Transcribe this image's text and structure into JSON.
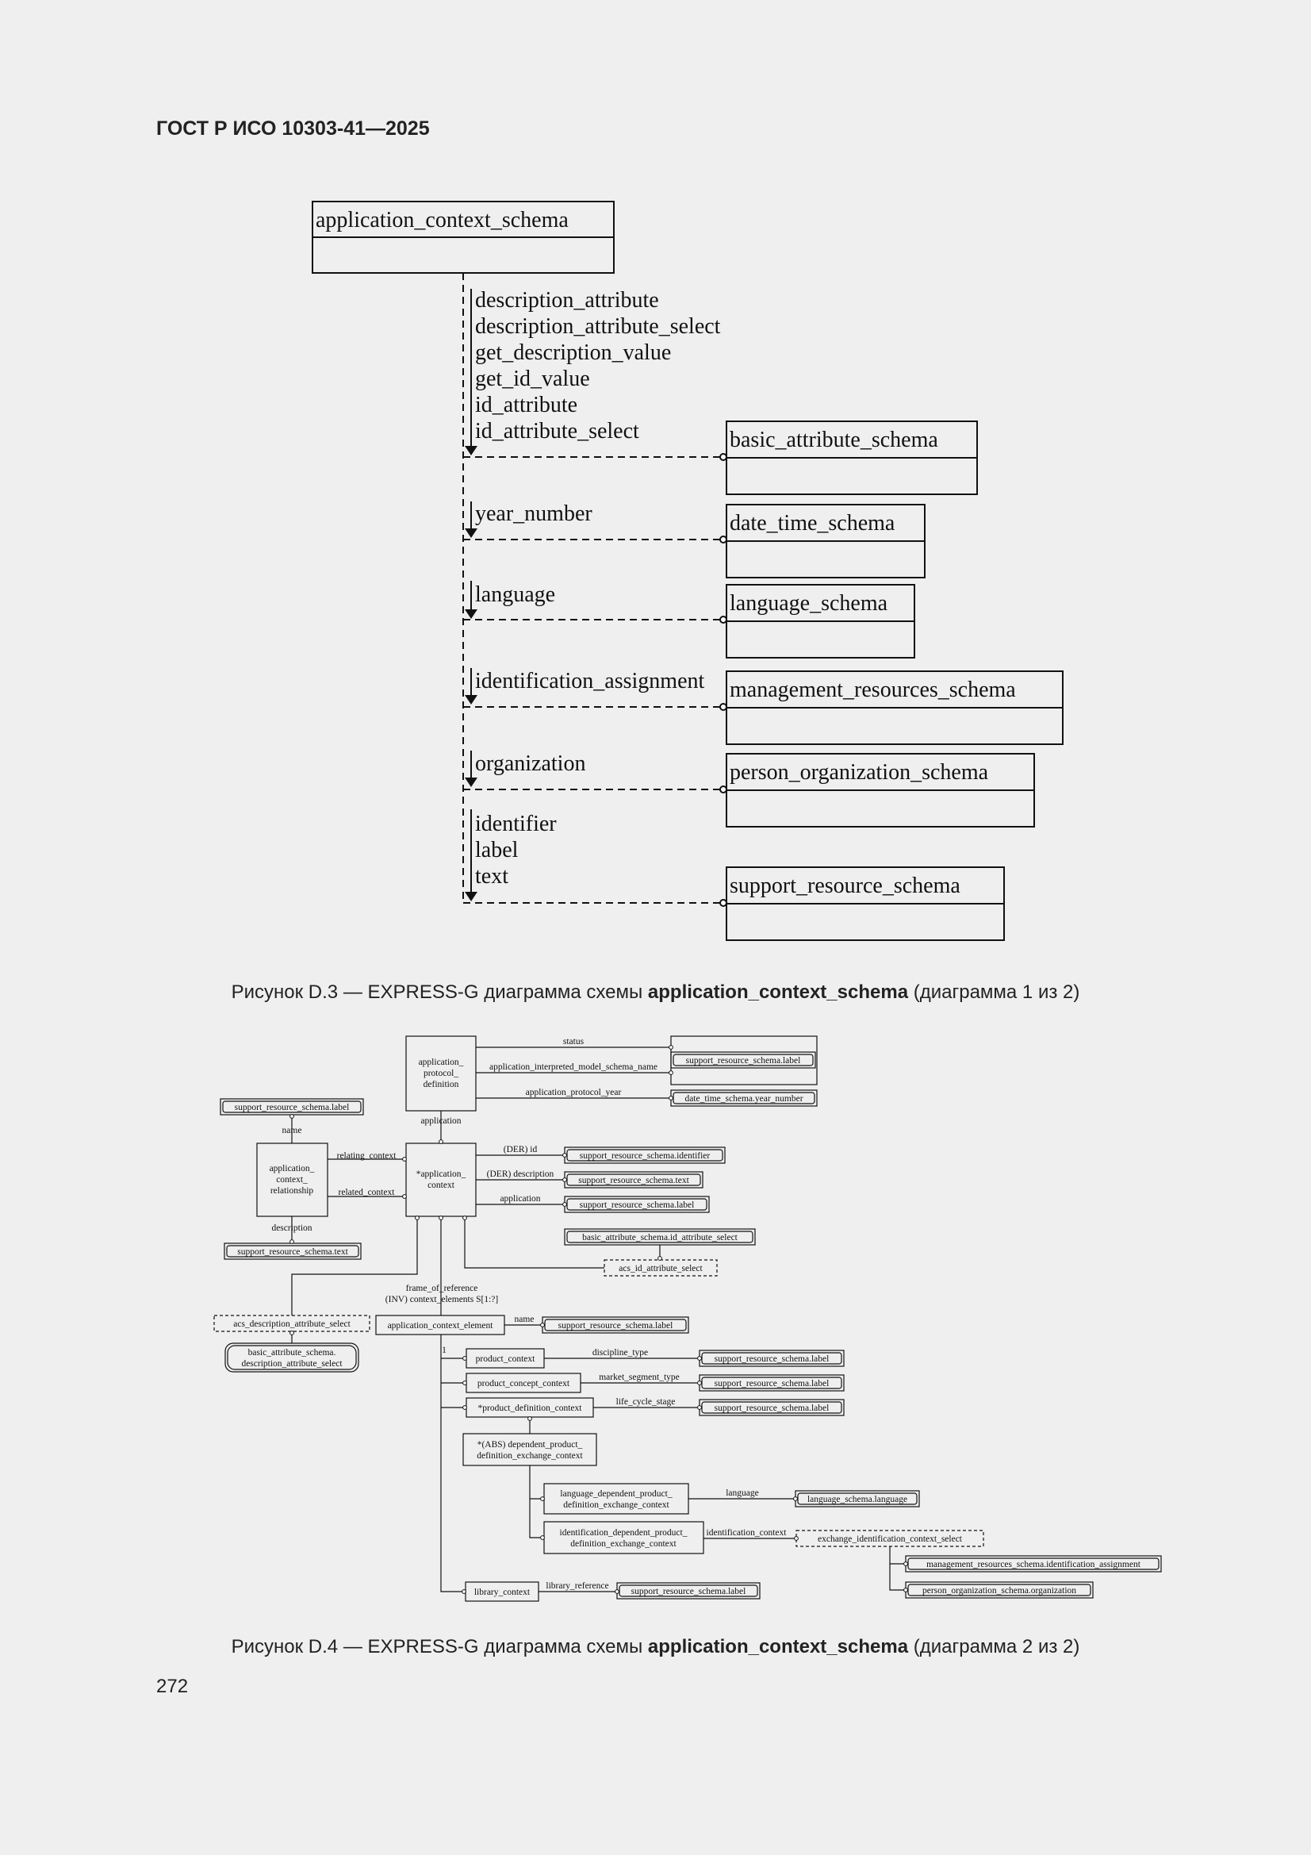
{
  "header": {
    "title": "ГОСТ Р ИСО 10303-41—2025"
  },
  "page_number": "272",
  "figure1": {
    "caption": {
      "prefix": "Рисунок D.3 — EXPRESS-G диаграмма схемы ",
      "bold": "application_context_schema",
      "suffix": " (диаграмма 1 из 2)"
    },
    "main_schema": "application_context_schema",
    "schemas": [
      {
        "name": "basic_attribute_schema",
        "refs": [
          "description_attribute",
          "description_attribute_select",
          "get_description_value",
          "get_id_value",
          "id_attribute",
          "id_attribute_select"
        ]
      },
      {
        "name": "date_time_schema",
        "refs": [
          "year_number"
        ]
      },
      {
        "name": "language_schema",
        "refs": [
          "language"
        ]
      },
      {
        "name": "management_resources_schema",
        "refs": [
          "identification_assignment"
        ]
      },
      {
        "name": "person_organization_schema",
        "refs": [
          "organization"
        ]
      },
      {
        "name": "support_resource_schema",
        "refs": [
          "identifier",
          "label",
          "text"
        ]
      }
    ]
  },
  "figure2": {
    "caption": {
      "prefix": "Рисунок D.4 — EXPRESS-G диаграмма схемы ",
      "bold": "application_context_schema",
      "suffix": " (диаграмма 2 из 2)"
    },
    "entities": {
      "apd": [
        "application_",
        "protocol_",
        "definition"
      ],
      "acr": [
        "application_",
        "context_",
        "relationship"
      ],
      "ac": [
        "*application_",
        "context"
      ],
      "ace": "application_context_element",
      "pc": "product_context",
      "pcc": "product_concept_context",
      "pdc": "*product_definition_context",
      "abs": [
        "*(ABS) dependent_product_",
        "definition_exchange_context"
      ],
      "ldp": [
        "language_dependent_product_",
        "definition_exchange_context"
      ],
      "idp": [
        "identification_dependent_product_",
        "definition_exchange_context"
      ],
      "lib": "library_context"
    },
    "refs": {
      "label": "support_resource_schema.label",
      "text": "support_resource_schema.text",
      "identifier": "support_resource_schema.identifier",
      "year": "date_time_schema.year_number",
      "id_attr_select": "basic_attribute_schema.id_attribute_select",
      "desc_attr_select": [
        "basic_attribute_schema.",
        "description_attribute_select"
      ],
      "lang": "language_schema.language",
      "ident_assign": "management_resources_schema.identification_assignment",
      "organization": "person_organization_schema.organization"
    },
    "selects": {
      "acs_id": "acs_id_attribute_select",
      "acs_desc": "acs_description_attribute_select",
      "exch": "exchange_identification_context_select"
    },
    "attrs": {
      "status": "status",
      "aims": "application_interpreted_model_schema_name",
      "apy": "application_protocol_year",
      "application": "application",
      "name": "name",
      "description": "description",
      "relating": "relating_context",
      "related": "related_context",
      "der_id": "(DER) id",
      "der_desc": "(DER) description",
      "frame1": "frame_of_reference",
      "frame2": "(INV) context_elements S[1:?]",
      "one": "1",
      "discipline": "discipline_type",
      "market": "market_segment_type",
      "life": "life_cycle_stage",
      "language": "language",
      "ident_ctx": "identification_context",
      "library": "library_reference"
    }
  }
}
